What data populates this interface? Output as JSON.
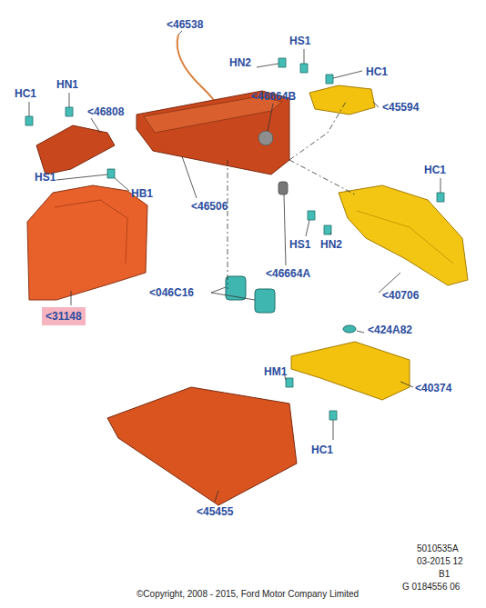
{
  "diagram": {
    "nodes": [
      {
        "text": [
          "<31148"
        ]
      }
    ],
    "labels": [
      "<46538",
      "HN2",
      "HS1",
      "HC1",
      "<46664B",
      "<45594",
      "HC1",
      "HN1",
      "<46808",
      "HS1",
      "HB1",
      "<46506",
      "HC1",
      "HS1",
      "HN2",
      "<46664A",
      "<40706",
      "<046C16",
      "<424A82",
      "HM1",
      "<40374",
      "HC1",
      "<45455",
      "5010535A",
      "03-2015 12",
      "B1",
      "G 0184556 06",
      "©Copyright, 2008 - 2015, Ford Motor Company Limited"
    ]
  }
}
